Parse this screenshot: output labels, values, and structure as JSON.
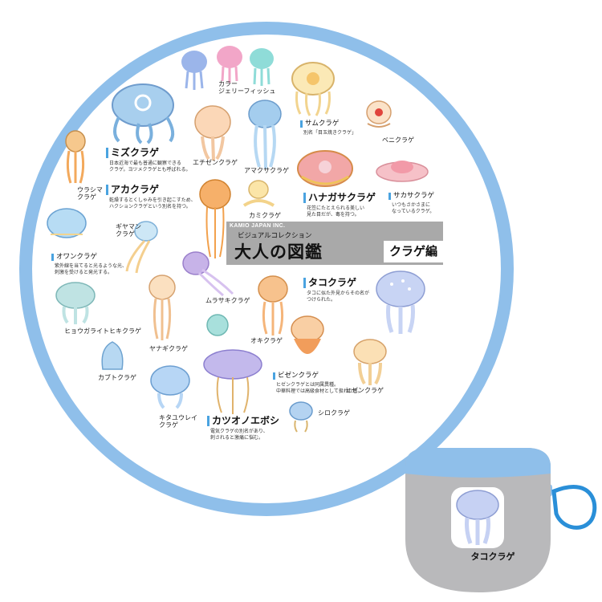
{
  "banner": {
    "maker": "KAMIO JAPAN INC.",
    "subtitle": "ビジュアルコレクション",
    "title": "大人の図鑑",
    "edition": "クラゲ編"
  },
  "labels": {
    "color_jellyfish": "カラー\nジェリーフィッシュ",
    "echizen": "エチゼンクラゲ",
    "amakusa": "アマクサクラゲ",
    "kamikurage": "カミクラゲ",
    "beni": "ベニクラゲ",
    "urashima": "ウラシマ\nクラゲ",
    "giyaman": "ギヤマン\nクラゲ",
    "murasaki": "ムラサキクラゲ",
    "yanagi": "ヤナギクラゲ",
    "okikurage": "オキクラゲ",
    "hyougaraito": "ヒョウガライトヒキクラゲ",
    "kabuto": "カブトクラゲ",
    "kitayuurei": "キタユウレイ\nクラゲ",
    "shirokurage": "シロクラゲ",
    "hizen": "ヒゼンクラゲ"
  },
  "sections": {
    "mizu": {
      "name": "ミズクラゲ",
      "desc": "日本近海で最も普通に観察できる\nクラゲ。ヨツメクラゲとも呼ばれる。"
    },
    "aka": {
      "name": "アカクラゲ",
      "desc": "乾燥するとくしゃみを引き起こすため、\nハクションクラゲという別名を持つ。"
    },
    "hanagasa": {
      "name": "ハナガサクラゲ",
      "desc": "花笠にたとえられる美しい\n見た目だが、毒を持つ。"
    },
    "tako": {
      "name": "タコクラゲ",
      "desc": "タコに似た外見からその名が\nつけられた。"
    },
    "katsuo": {
      "name": "カツオノエボシ",
      "desc": "電気クラゲの別名があり、\n刺されると激痛に悩む。"
    }
  },
  "small_sections": {
    "samu": {
      "name": "サムクラゲ",
      "desc": "別名「目玉焼きクラゲ」"
    },
    "sakasa": {
      "name": "サカサクラゲ",
      "desc": "いつもさかさまに\nなっているクラゲ。"
    },
    "owan": {
      "name": "オワンクラゲ",
      "desc": "紫外線を当てると光るような光、\n刺激を受けると発光する。"
    },
    "bizen": {
      "name": "ビゼンクラゲ",
      "desc": "ヒゼンクラゲとは同属異種。\n中華料理では高級食材として扱われる。"
    }
  },
  "pouch": {
    "label": "タコクラゲ"
  },
  "colors": {
    "rim_blue": "#8fbfea",
    "pouch_gray": "#b9b9bb",
    "banner_gray": "#a9a9a9",
    "accent_blue": "#4aa3e0",
    "carabiner": "#2a8fd8"
  }
}
